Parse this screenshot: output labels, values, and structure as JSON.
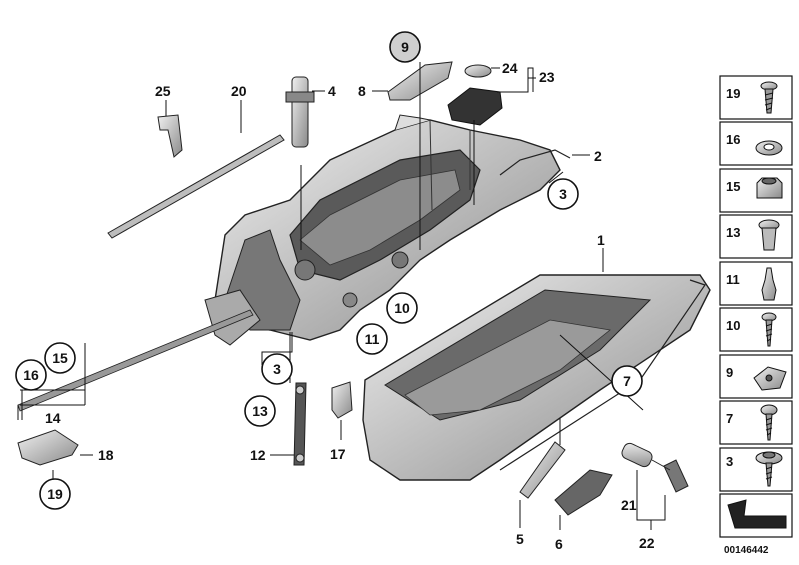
{
  "diagram": {
    "callouts_plain": [
      {
        "id": "25",
        "text": "25"
      },
      {
        "id": "20",
        "text": "20"
      },
      {
        "id": "4",
        "text": "4"
      },
      {
        "id": "8",
        "text": "8"
      },
      {
        "id": "24",
        "text": "24"
      },
      {
        "id": "23",
        "text": "23"
      },
      {
        "id": "2",
        "text": "2"
      },
      {
        "id": "1",
        "text": "1"
      },
      {
        "id": "14",
        "text": "14"
      },
      {
        "id": "18",
        "text": "18"
      },
      {
        "id": "12",
        "text": "12"
      },
      {
        "id": "17",
        "text": "17"
      },
      {
        "id": "5",
        "text": "5"
      },
      {
        "id": "6",
        "text": "6"
      },
      {
        "id": "21",
        "text": "21"
      },
      {
        "id": "22",
        "text": "22"
      }
    ],
    "callouts_circled": [
      {
        "id": "9",
        "text": "9",
        "shaded": true
      },
      {
        "id": "3a",
        "text": "3",
        "shaded": false
      },
      {
        "id": "10",
        "text": "10",
        "shaded": false
      },
      {
        "id": "11",
        "text": "11",
        "shaded": false
      },
      {
        "id": "3b",
        "text": "3",
        "shaded": false
      },
      {
        "id": "13",
        "text": "13",
        "shaded": false
      },
      {
        "id": "7",
        "text": "7",
        "shaded": false
      },
      {
        "id": "16",
        "text": "16",
        "shaded": false
      },
      {
        "id": "15",
        "text": "15",
        "shaded": false
      },
      {
        "id": "19",
        "text": "19",
        "shaded": false
      }
    ],
    "side_panel": [
      {
        "num": "19",
        "icon": "screw-icon"
      },
      {
        "num": "16",
        "icon": "washer-icon"
      },
      {
        "num": "15",
        "icon": "nut-icon"
      },
      {
        "num": "13",
        "icon": "plug-icon"
      },
      {
        "num": "11",
        "icon": "clip-icon"
      },
      {
        "num": "10",
        "icon": "screw-icon"
      },
      {
        "num": "9",
        "icon": "clip-nut-icon"
      },
      {
        "num": "7",
        "icon": "screw-icon"
      },
      {
        "num": "3",
        "icon": "flange-screw-icon"
      }
    ],
    "reference_number": "00146442"
  }
}
